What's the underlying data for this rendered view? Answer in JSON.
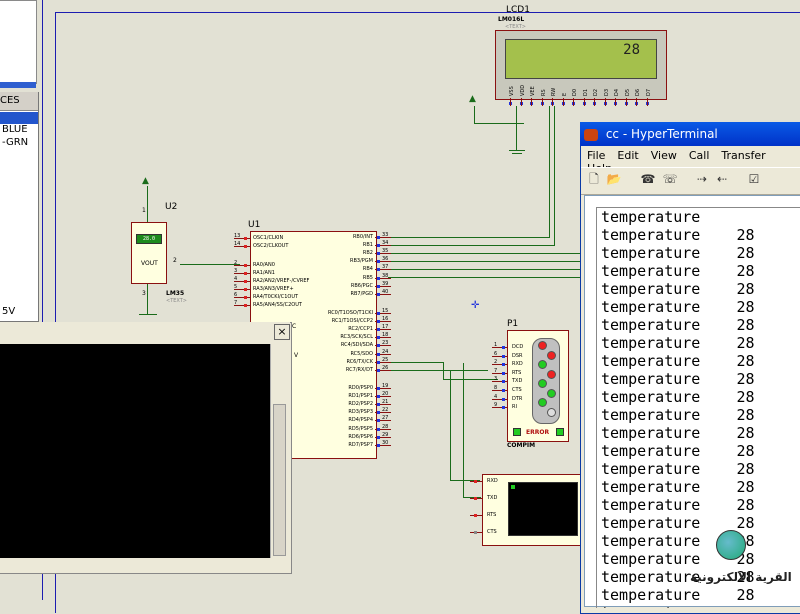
{
  "devices_panel": {
    "header": "CES",
    "items": [
      "BLUE",
      "-GRN"
    ],
    "extra": "5V"
  },
  "schematic": {
    "lcd": {
      "ref": "LCD1",
      "part": "LM016L",
      "text_tag": "<TEXT>",
      "display_value": "28",
      "pin_labels": [
        "VSS",
        "VDD",
        "VEE",
        "RS",
        "RW",
        "E",
        "D0",
        "D1",
        "D2",
        "D3",
        "D4",
        "D5",
        "D6",
        "D7"
      ]
    },
    "sensor": {
      "ref": "U2",
      "part": "LM35",
      "text_tag": "<TEXT>",
      "reading": "28.0",
      "vout_label": "VOUT",
      "pin1": "1",
      "pin2": "2",
      "pin3": "3"
    },
    "mcu": {
      "ref": "U1",
      "left_pins": [
        {
          "num": "13",
          "name": "OSC1/CLKIN"
        },
        {
          "num": "14",
          "name": "OSC2/CLKOUT"
        },
        {
          "num": "2",
          "name": "RA0/AN0"
        },
        {
          "num": "3",
          "name": "RA1/AN1"
        },
        {
          "num": "4",
          "name": "RA2/AN2/VREF-/CVREF"
        },
        {
          "num": "5",
          "name": "RA3/AN3/VREF+"
        },
        {
          "num": "6",
          "name": "RA4/T0CKI/C1OUT"
        },
        {
          "num": "7",
          "name": "RA5/AN4/SS/C2OUT"
        }
      ],
      "right_pins": [
        {
          "num": "33",
          "name": "RB0/INT"
        },
        {
          "num": "34",
          "name": "RB1"
        },
        {
          "num": "35",
          "name": "RB2"
        },
        {
          "num": "36",
          "name": "RB3/PGM"
        },
        {
          "num": "37",
          "name": "RB4"
        },
        {
          "num": "38",
          "name": "RB5"
        },
        {
          "num": "39",
          "name": "RB6/PGC"
        },
        {
          "num": "40",
          "name": "RB7/PGD"
        },
        {
          "num": "15",
          "name": "RC0/T1OSO/T1CKI"
        },
        {
          "num": "16",
          "name": "RC1/T1OSI/CCP2"
        },
        {
          "num": "17",
          "name": "RC2/CCP1"
        },
        {
          "num": "18",
          "name": "RC3/SCK/SCL"
        },
        {
          "num": "23",
          "name": "RC4/SDI/SDA"
        },
        {
          "num": "24",
          "name": "RC5/SDO"
        },
        {
          "num": "25",
          "name": "RC6/TX/CK"
        },
        {
          "num": "26",
          "name": "RC7/RX/DT"
        },
        {
          "num": "19",
          "name": "RD0/PSP0"
        },
        {
          "num": "20",
          "name": "RD1/PSP1"
        },
        {
          "num": "21",
          "name": "RD2/PSP2"
        },
        {
          "num": "22",
          "name": "RD3/PSP3"
        },
        {
          "num": "27",
          "name": "RD4/PSP4"
        },
        {
          "num": "28",
          "name": "RD5/PSP5"
        },
        {
          "num": "29",
          "name": "RD6/PSP6"
        },
        {
          "num": "30",
          "name": "RD7/PSP7"
        }
      ],
      "left_partial": "C",
      "left_partial2": "V"
    },
    "compim": {
      "ref": "P1",
      "part": "COMPIM",
      "error_label": "ERROR",
      "pins": [
        {
          "num": "1",
          "name": "DCD"
        },
        {
          "num": "6",
          "name": "DSR"
        },
        {
          "num": "2",
          "name": "RXD"
        },
        {
          "num": "7",
          "name": "RTS"
        },
        {
          "num": "3",
          "name": "TXD"
        },
        {
          "num": "8",
          "name": "CTS"
        },
        {
          "num": "4",
          "name": "DTR"
        },
        {
          "num": "9",
          "name": "RI"
        }
      ]
    },
    "vterm": {
      "pins": [
        "RXD",
        "TXD",
        "RTS",
        "CTS"
      ]
    }
  },
  "hyperterminal": {
    "title": "cc - HyperTerminal",
    "menu": [
      "File",
      "Edit",
      "View",
      "Call",
      "Transfer",
      "Help"
    ],
    "lines": [
      "temperature",
      "temperature    28",
      "temperature    28",
      "temperature    28",
      "temperature    28",
      "temperature    28",
      "temperature    28",
      "temperature    28",
      "temperature    28",
      "temperature    28",
      "temperature    28",
      "temperature    28",
      "temperature    28",
      "temperature    28",
      "temperature    28",
      "temperature    28",
      "temperature    28",
      "temperature    28",
      "temperature    28",
      "temperature    28",
      "temperature    28",
      "temperature    28",
      "temperature"
    ]
  },
  "virtual_terminal": {
    "close": "×"
  },
  "watermark": "القرية الالكترونية",
  "colors": {
    "wire": "#1a6b1a",
    "chip_border": "#8a1010",
    "sheet_border": "#1c1cb0",
    "lcd_screen": "#a4c04c"
  }
}
